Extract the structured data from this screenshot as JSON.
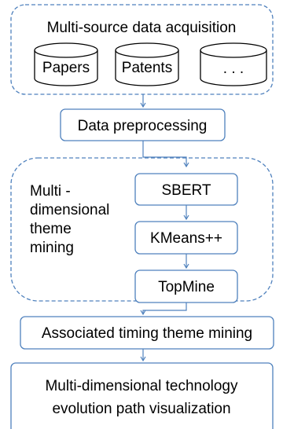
{
  "acquisition": {
    "title": "Multi-source data acquisition",
    "sources": [
      "Papers",
      "Patents",
      ". . ."
    ]
  },
  "preprocessing": {
    "label": "Data preprocessing"
  },
  "theme_mining": {
    "label_lines": [
      "Multi -",
      "dimensional",
      "theme",
      "mining"
    ],
    "steps": [
      "SBERT",
      "KMeans++",
      "TopMine"
    ]
  },
  "timing": {
    "label": "Associated timing theme mining"
  },
  "visualization": {
    "label_lines": [
      "Multi-dimensional technology",
      "evolution path visualization"
    ]
  },
  "colors": {
    "box_stroke": "#4f81bd",
    "arrow": "#4f81bd",
    "text": "#000000",
    "background": "#ffffff"
  }
}
